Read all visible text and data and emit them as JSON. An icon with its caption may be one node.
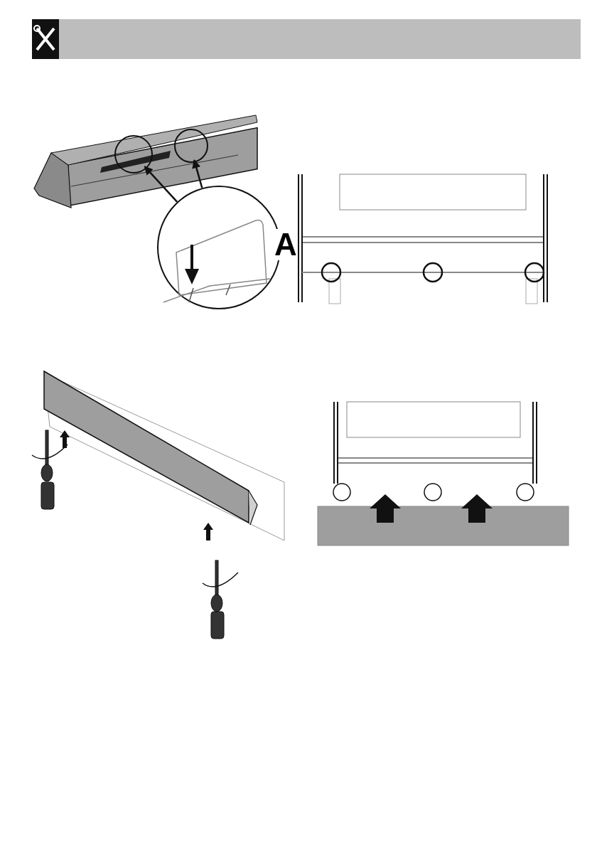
{
  "diagram": {
    "nodes": [
      {
        "text": [],
        "shape": "circle"
      },
      {
        "text": [],
        "shape": "circle"
      },
      {
        "text": [
          "A"
        ]
      }
    ],
    "edges": [
      {
        "from": 2,
        "to": 0,
        "arrow": "to"
      },
      {
        "from": 2,
        "to": 1,
        "arrow": "to"
      }
    ]
  }
}
